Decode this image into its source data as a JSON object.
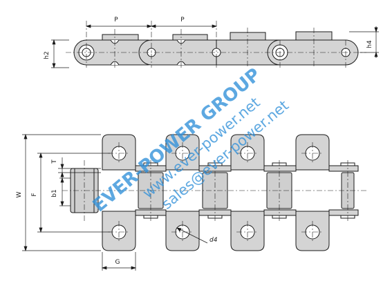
{
  "dimensions": {
    "pitch_1": "P",
    "pitch_2": "P",
    "height_h2": "h2",
    "height_h4": "h4",
    "width_W": "W",
    "width_F": "F",
    "thickness_T": "T",
    "width_b1": "b1",
    "hole_d4": "d4",
    "attachment_G": "G"
  },
  "watermark": {
    "company": "EVER-POWER GROUP",
    "website": "www.ever-power.net",
    "email": "sales@ever-power.net"
  },
  "colors": {
    "plate_fill": "#d4d4d4",
    "roller_fill": "#cfcfcf",
    "outline": "#1a1a1a",
    "watermark": "#2f8fd8"
  }
}
